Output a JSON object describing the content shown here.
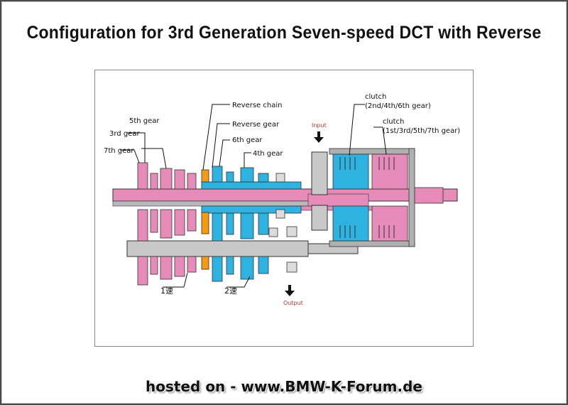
{
  "title": "Configuration for 3rd Generation Seven-speed DCT with Reverse",
  "labels": {
    "reverse_chain": "Reverse chain",
    "reverse_gear": "Reverse gear",
    "gear_5th": "5th gear",
    "gear_3rd": "3rd gear",
    "gear_7th": "7th gear",
    "gear_6th": "6th gear",
    "gear_4th": "4th gear",
    "clutch_even": "clutch",
    "clutch_even_detail": "(2nd/4th/6th gear)",
    "clutch_odd": "clutch",
    "clutch_odd_detail": "(1st/3rd/5th/7th gear)",
    "input": "Input",
    "output": "Output",
    "gear_1st_jp": "1速",
    "gear_2nd_jp": "2速"
  },
  "colors": {
    "odd_shaft": "#e78bb8",
    "even_shaft": "#2eb2e0",
    "reverse": "#f39c12",
    "housing": "#b0b0b0",
    "label_red": "#c0392b"
  },
  "watermark": "hosted on - www.BMW-K-Forum.de"
}
